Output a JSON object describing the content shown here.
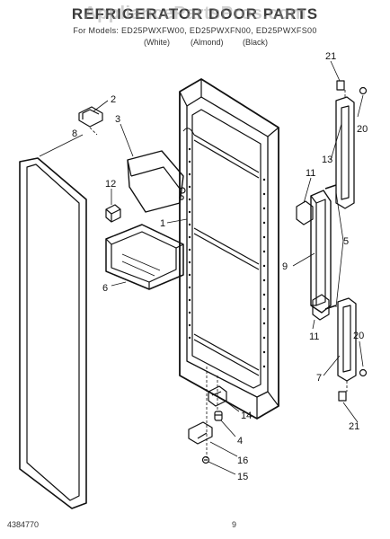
{
  "header": {
    "title": "REFRIGERATOR DOOR PARTS",
    "watermark": "AppliancePartsPros.com",
    "models": "For Models: ED25PWXFW00, ED25PWXFN00, ED25PWXFS00",
    "variants": [
      "(White)",
      "(Almond)",
      "(Black)"
    ]
  },
  "callouts": [
    "2",
    "3",
    "8",
    "12",
    "1",
    "6",
    "21",
    "20",
    "13",
    "11",
    "5",
    "9",
    "11",
    "7",
    "20",
    "21",
    "14",
    "4",
    "16",
    "15"
  ],
  "footer": {
    "doc_number": "4384770",
    "page_number": "9"
  }
}
